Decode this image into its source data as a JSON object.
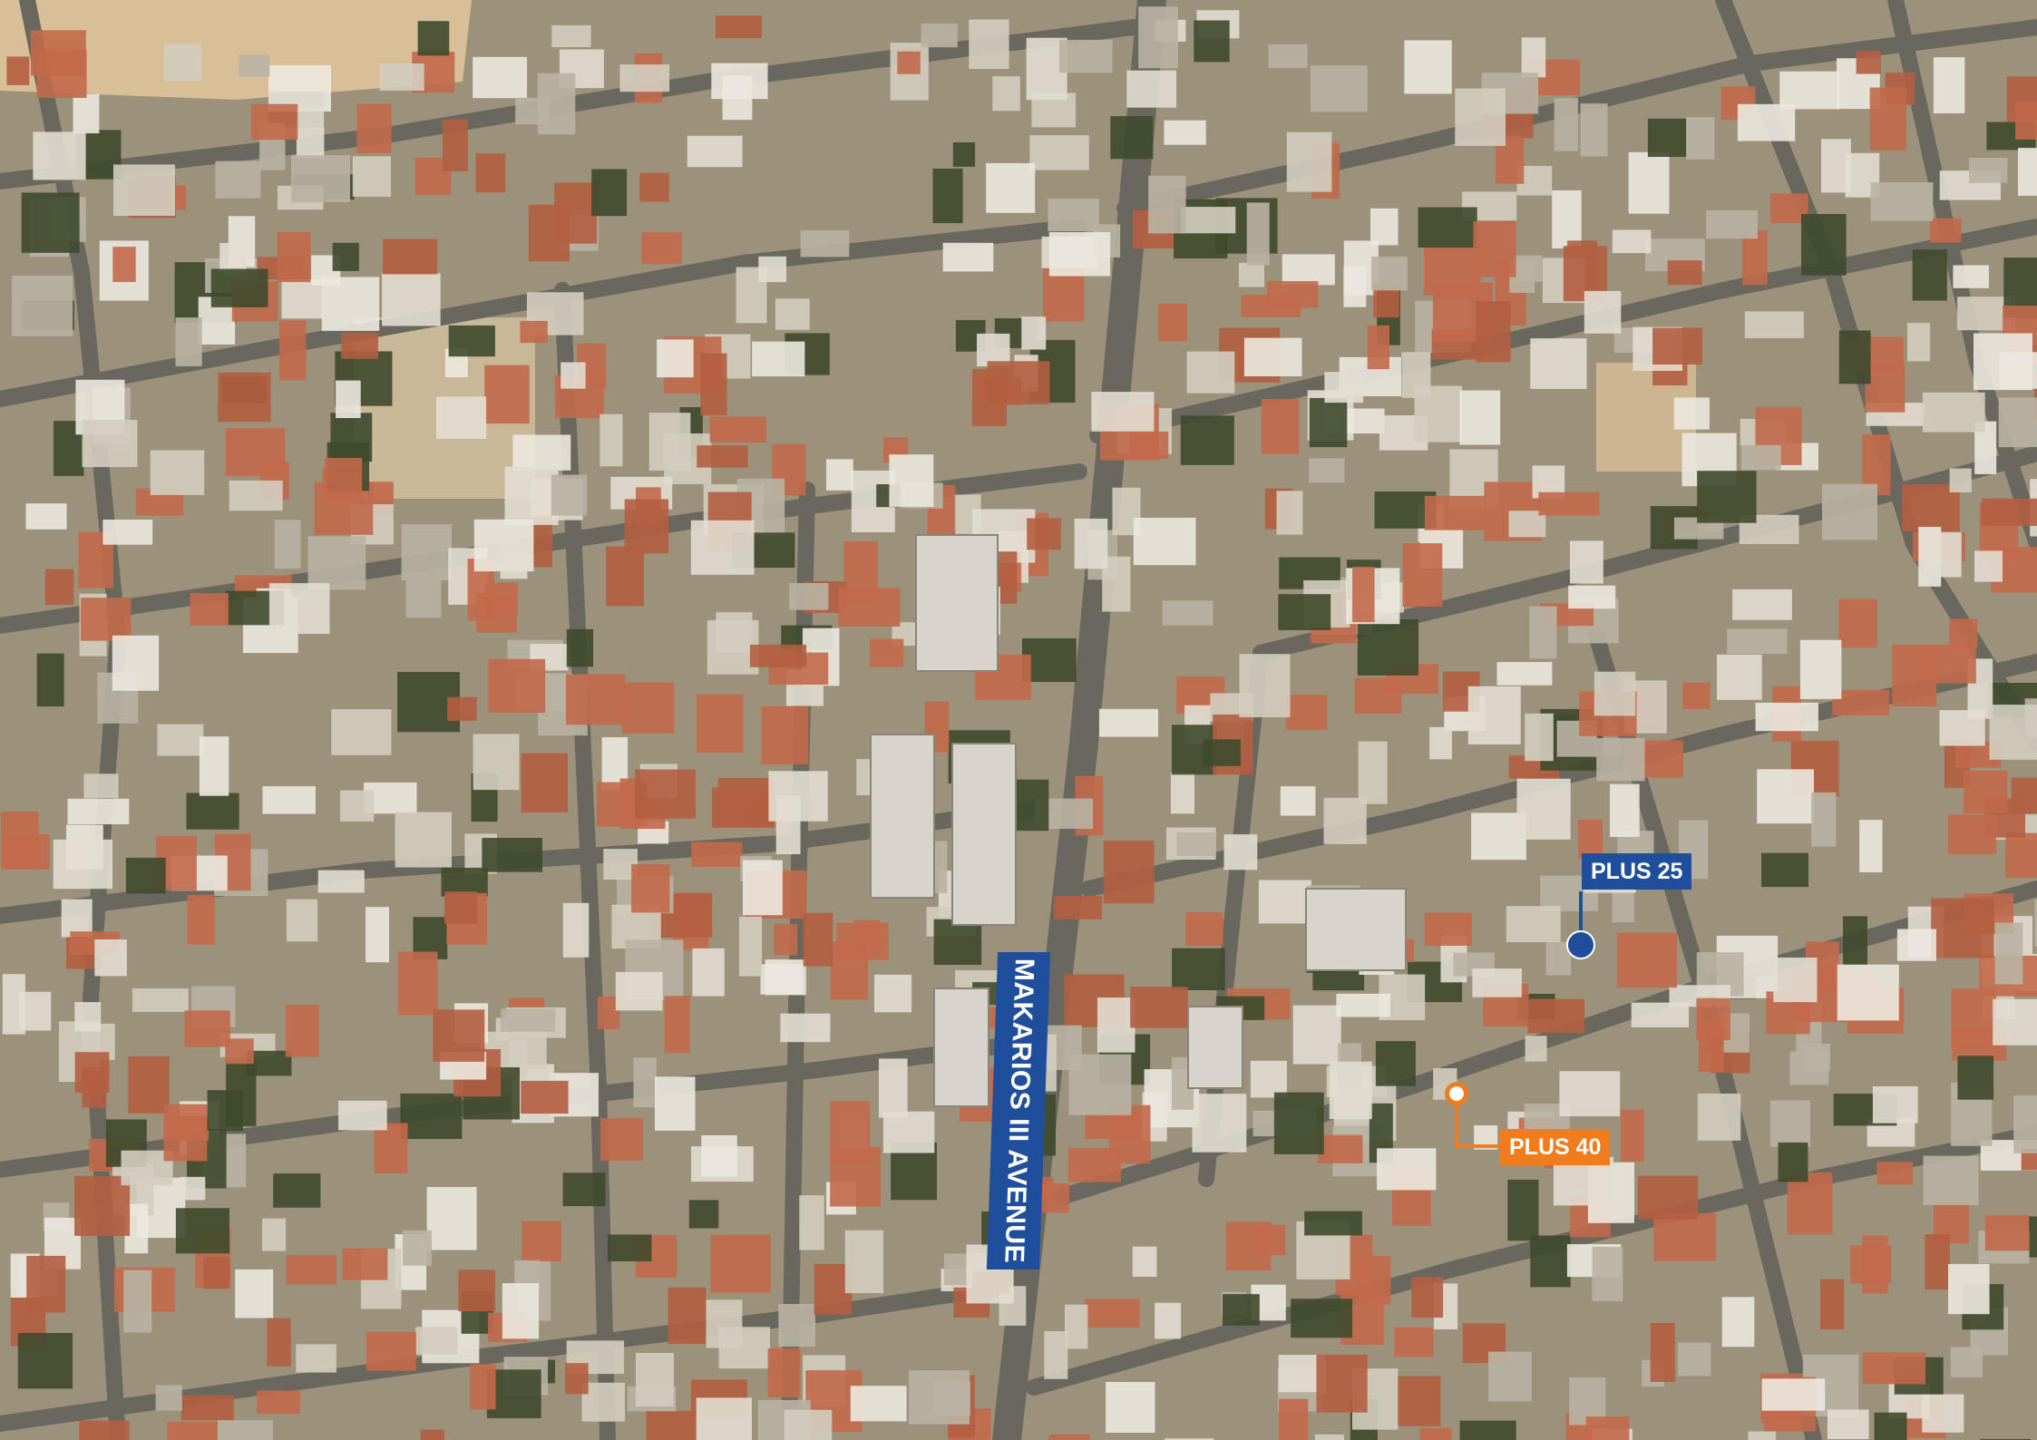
{
  "map": {
    "road_label": "MAKARIOS III AVENUE",
    "markers": [
      {
        "label": "PLUS 25",
        "color": "#1f4f9c"
      },
      {
        "label": "PLUS 40",
        "color": "#f07c1e"
      }
    ],
    "colors": {
      "road": "#6a675e",
      "block": "#9c927c",
      "roof_tile": "#c2694a",
      "roof_flat": "#e2ddd2",
      "vegetation": "#3f4a2c",
      "sand": "#d9bf97"
    }
  }
}
